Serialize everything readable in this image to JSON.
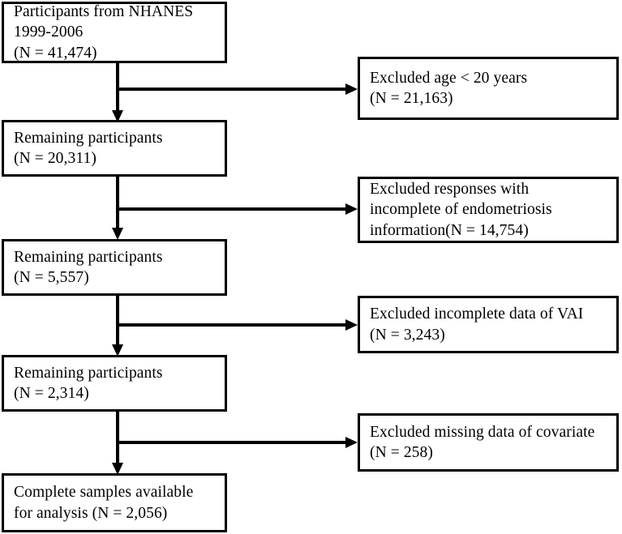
{
  "figure": {
    "type": "flowchart",
    "title": "NHANES participant selection flow diagram",
    "colors": {
      "box_border": "#000000",
      "box_fill": "#ffffff",
      "connector": "#000000",
      "text": "#000000",
      "background": "#ffffff"
    }
  },
  "main_nodes": [
    {
      "id": "source-population",
      "lines": [
        "Participants from NHANES",
        "1999-2006",
        "(N = 41,474)"
      ],
      "count": 41474
    },
    {
      "id": "remaining-1",
      "lines": [
        "Remaining participants",
        "(N = 20,311)"
      ],
      "count": 20311
    },
    {
      "id": "remaining-2",
      "lines": [
        "Remaining participants",
        "(N = 5,557)"
      ],
      "count": 5557
    },
    {
      "id": "remaining-3",
      "lines": [
        "Remaining participants",
        "(N = 2,314)"
      ],
      "count": 2314
    },
    {
      "id": "final-sample",
      "lines": [
        "Complete samples available",
        "for analysis (N = 2,056)"
      ],
      "count": 2056
    }
  ],
  "exclusion_nodes": [
    {
      "id": "excluded-age",
      "lines": [
        "Excluded age < 20 years",
        "(N = 21,163)"
      ],
      "count": 21163
    },
    {
      "id": "excluded-endometriosis",
      "lines": [
        "Excluded responses with",
        "incomplete of endometriosis",
        "information(N = 14,754)"
      ],
      "count": 14754
    },
    {
      "id": "excluded-vai",
      "lines": [
        "Excluded incomplete data of VAI",
        "(N = 3,243)"
      ],
      "count": 3243
    },
    {
      "id": "excluded-covariate",
      "lines": [
        "Excluded missing data of covariate",
        "(N = 258)"
      ],
      "count": 258
    }
  ]
}
